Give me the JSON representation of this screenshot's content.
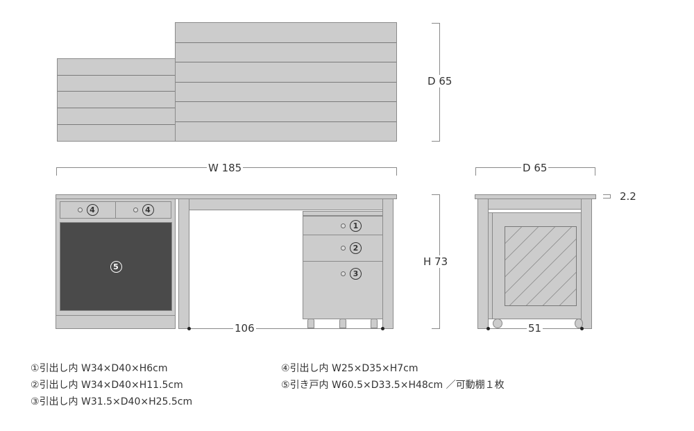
{
  "top_view": {
    "label": "D 65",
    "left_planks": 5,
    "right_planks": 6
  },
  "front_view": {
    "width_label": "W 185",
    "height_label": "H 73",
    "inner_width_label": "106",
    "drawer_labels": {
      "d1": "1",
      "d2": "2",
      "d3": "3",
      "d4a": "4",
      "d4b": "4",
      "d5": "5"
    }
  },
  "side_view": {
    "depth_label": "D 65",
    "inner_depth_label": "51",
    "thickness_label": "2.2"
  },
  "specs": [
    {
      "marker": "①",
      "text": "引出し内 W34×D40×H6cm"
    },
    {
      "marker": "②",
      "text": "引出し内 W34×D40×H11.5cm"
    },
    {
      "marker": "③",
      "text": "引出し内 W31.5×D40×H25.5cm"
    },
    {
      "marker": "④",
      "text": "引出し内 W25×D35×H7cm"
    },
    {
      "marker": "⑤",
      "text": "引き戸内 W60.5×D33.5×H48cm ／可動棚１枚"
    }
  ],
  "colors": {
    "panel": "#cccccc",
    "door": "#4a4a4a",
    "line": "#7a7a7a",
    "text": "#333333"
  }
}
